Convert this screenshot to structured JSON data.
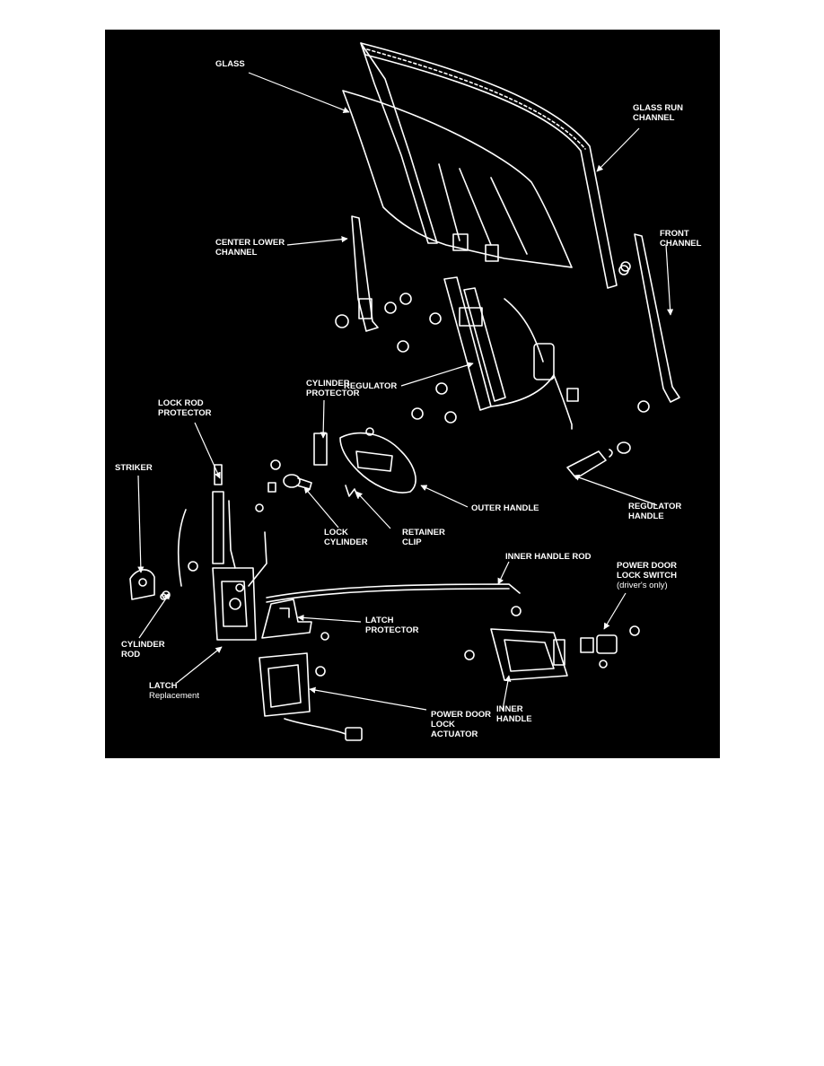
{
  "figure": {
    "background": "#000000",
    "ink": "#ffffff",
    "labels": {
      "glass": "GLASS",
      "glass_run_channel_1": "GLASS RUN",
      "glass_run_channel_2": "CHANNEL",
      "center_lower_channel_1": "CENTER LOWER",
      "center_lower_channel_2": "CHANNEL",
      "front_channel_1": "FRONT",
      "front_channel_2": "CHANNEL",
      "regulator": "REGULATOR",
      "cylinder_protector_1": "CYLINDER",
      "cylinder_protector_2": "PROTECTOR",
      "lock_rod_protector_1": "LOCK ROD",
      "lock_rod_protector_2": "PROTECTOR",
      "striker": "STRIKER",
      "outer_handle": "OUTER HANDLE",
      "regulator_handle_1": "REGULATOR",
      "regulator_handle_2": "HANDLE",
      "lock_cylinder_1": "LOCK",
      "lock_cylinder_2": "CYLINDER",
      "retainer_clip_1": "RETAINER",
      "retainer_clip_2": "CLIP",
      "inner_handle_rod": "INNER HANDLE ROD",
      "power_door_lock_switch_1": "POWER DOOR",
      "power_door_lock_switch_2": "LOCK SWITCH",
      "power_door_lock_switch_3": "(driver's only)",
      "latch_protector_1": "LATCH",
      "latch_protector_2": "PROTECTOR",
      "cylinder_rod_1": "CYLINDER",
      "cylinder_rod_2": "ROD",
      "latch_1": "LATCH",
      "latch_2": "Replacement",
      "inner_handle_1": "INNER",
      "inner_handle_2": "HANDLE",
      "power_door_lock_actuator_1": "POWER DOOR",
      "power_door_lock_actuator_2": "LOCK",
      "power_door_lock_actuator_3": "ACTUATOR"
    }
  }
}
